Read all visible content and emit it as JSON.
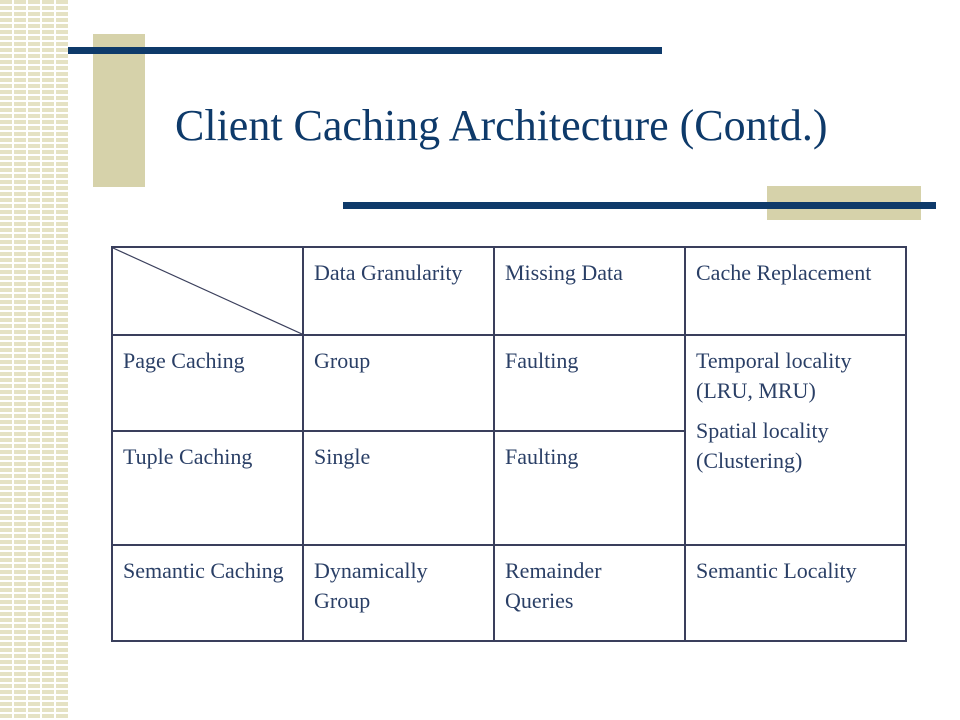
{
  "title": "Client Caching Architecture (Contd.)",
  "table": {
    "headers": [
      "Data Granularity",
      "Missing Data",
      "Cache Replacement"
    ],
    "rows": [
      {
        "label": "Page Caching",
        "granularity": "Group",
        "missing": "Faulting"
      },
      {
        "label": "Tuple Caching",
        "granularity": "Single",
        "missing": "Faulting"
      },
      {
        "label": "Semantic Caching",
        "granularity": "Dynamically Group",
        "missing": "Remainder Queries",
        "replacement": "Semantic Locality"
      }
    ],
    "shared_replacement": {
      "line1": "Temporal locality (LRU, MRU)",
      "line2": "Spatial locality (Clustering)"
    }
  },
  "colors": {
    "navy": "#0e3a6a",
    "khaki": "#d6d2aa",
    "text": "#2a3f66"
  }
}
